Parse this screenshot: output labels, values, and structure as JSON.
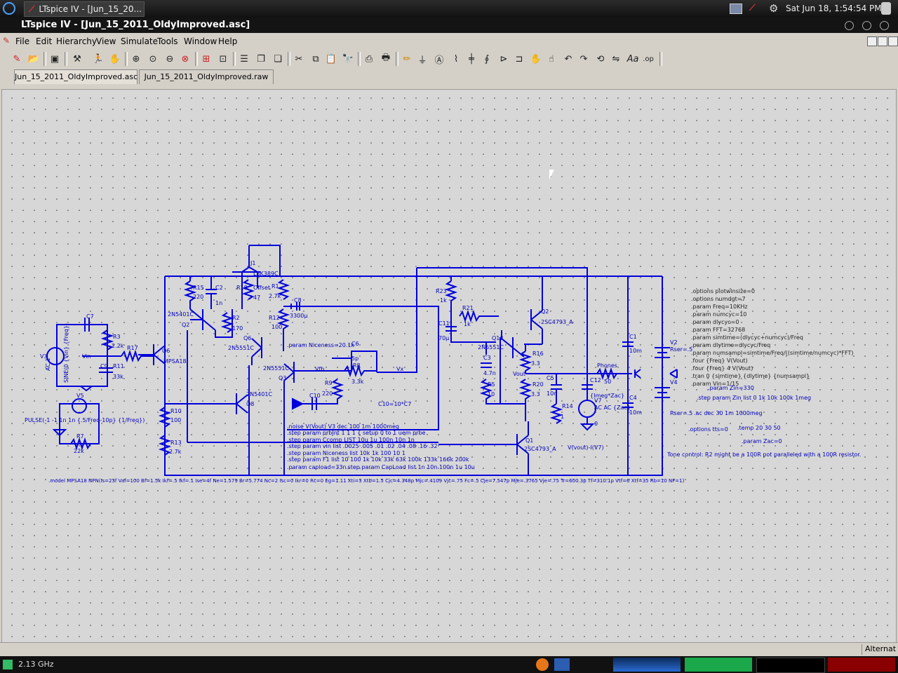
{
  "system": {
    "task_title": "LTspice IV - [Jun_15_20...",
    "clock": "Sat Jun 18,  1:54:54 PM"
  },
  "window": {
    "title": "LTspice IV - [Jun_15_2011_OldyImproved.asc]"
  },
  "menu": [
    "File",
    "Edit",
    "Hierarchy",
    "View",
    "Simulate",
    "Tools",
    "Window",
    "Help"
  ],
  "tabs": [
    "Jun_15_2011_OldyImproved.asc",
    "Jun_15_2011_OldyImproved.raw"
  ],
  "toolbar_icons": [
    "new-schematic",
    "open",
    "save",
    "control-panel",
    "run",
    "halt",
    "zoom-in",
    "pan",
    "zoom-out",
    "zoom-fit",
    "autorange",
    "grid",
    "tile-horizontal",
    "tile-vertical",
    "cascade",
    "cut",
    "copy",
    "paste",
    "find",
    "print-setup",
    "print",
    "draw-wire",
    "ground",
    "label-net",
    "resistor",
    "capacitor",
    "inductor",
    "diode",
    "component",
    "move",
    "drag",
    "undo",
    "redo",
    "rotate",
    "mirror",
    "text",
    "spice-directive"
  ],
  "status": {
    "right_text": "Alternat"
  },
  "bottom": {
    "cpu": "2.13 GHz"
  },
  "schematic": {
    "labels": {
      "j1": "J1",
      "lsk": "LSK389C",
      "r15": "R15",
      "r15v": "220",
      "c2": "C2",
      "c2v": "1n",
      "r18": "R18",
      "offset": "Offset",
      "v47": "47",
      "r1": "R1",
      "r1v": "2.7k",
      "c8": "C8",
      "c8v": "3300µ",
      "r12": "R12",
      "r12v": "100",
      "q_2n5401a": "2N5401C",
      "q2": "Q2",
      "r2": "R2",
      "r2v": "170",
      "q6": "Q6",
      "q6b": "Q6",
      "mpsa18": "MPSA18",
      "n5551a": "2N5551C",
      "n5551b": "2N5551C",
      "q3": "Q3",
      "param_nic": ".param  Niceness=20.1k",
      "c6": "C6",
      "c6v": "5p",
      "r8": "R8",
      "r8v": "3.3k",
      "vfb": "Vfb",
      "vx": "Vx",
      "r9": "R9",
      "r9v": "220",
      "c10": "C10",
      "c10eq": "C10=10*C7",
      "n5401b": "2N5401C",
      "q8": "Q8",
      "r10": "R10",
      "r10v": "100",
      "r13": "R13",
      "r13v": "2.7k",
      "c7": "C7",
      "r3": "R3",
      "r3v": "2.2k",
      "r17": "R17",
      "vin": "Vin",
      "c9": "C9",
      "r11": "R11",
      "r11v": "33k",
      "v3": "V3",
      "sine": "SINE(0 {Vin} {Freq})",
      "ac1": "AC 1",
      "v5": "V5",
      "pulse": "PULSE(-1 -1 1n 1n {.5/Freq-10p} {1/Freq})",
      "r7": "R7",
      "r7v": "22k",
      "r23": "R23",
      "r23v": "1k",
      "r21": "R21",
      "r21v": "1k",
      "c11": "C11",
      "c11v": "70µ",
      "q12": "Q12",
      "q2b": "Q2",
      "sc4793": "2SC4793_A",
      "r16": "R16",
      "r16v": "3.3",
      "c3": "C3",
      "c3v": "4.7n",
      "r5": "R5",
      "r5v": "10",
      "vout": "Vout",
      "r20": "R20",
      "r20v": "3.3",
      "c5": "C5",
      "c5v": "10n",
      "r14": "R14",
      "r14v": "1",
      "c12": "C12",
      "imeg": "{Imeg*Zac}",
      "v7": "V7",
      "acz": "AC AC {Zac}",
      "zero": "0",
      "phones": "Phones",
      "v50": "50",
      "c1": "C1",
      "c1v": "10m",
      "c4": "C4",
      "c4v": "10m",
      "v2": "V2",
      "v4": "V4",
      "rser1": "Rser=.5",
      "rser2": "Rser=.5",
      "q1": "Q1",
      "sc4793b": "2SC4793_A",
      "vdiff": "V(vout)-I(V7)",
      "noise": ".noise V(Vout) V3 dec 100 1m 1000meg",
      "step1": ".step param prbJnt 1 1 1 {  setup 0 to 1 uem prbe",
      "step2": ".step param Ccomp LIST 10u 1u 100n 10n 1n",
      "step3": ".step param vin list .0025 .005 .01 .02 .04 .08 .16 .32",
      "step4": ".step param Niceness list 10k 1k 100 10 1",
      "step5": ".step param F1 list 10 100 1k 10k 33k 63k 100k 133k 166k 200k",
      "param_cap": ".param capload=33n",
      "step_cap": ".step param CapLoad list 1n 10n 100n 1u 10u",
      "model": ".model MPSA18 NPN(Is=23f Vaf=100 Bf=1.5k Ikf=.5 Ikf=.1 Ise=4f Ne=1.579 Br=5.774 Nc=2 Isc=0 Ikr=0 Rc=0 Eg=1.11 Xti=3 Xtb=1.5 Cjc=4.348p Mjc=.4109 Vjc=.75 Fc=.5 Cje=7.547p Mje=.3765 Vje=.75 Tr=600.3p Tf=310.1p Vtf=6 Xtf=35 Rb=10 NF=1)",
      "directives": [
        ".options plotwinsize=0",
        ".options numdgt=7",
        ".param Freq=10KHz",
        ".param numcyc=10",
        ".param dlycyc=0",
        ".param FFT=32768",
        ".param simtime=(dlycyc+numcyc)/Freq",
        ".param dlytime=dlycyc/Freq",
        ".param numsampl=simtime/Freq/((simtime/numcyc)*FFT)",
        ".four {Freq} V(Vout)",
        ".four {Freq} 4 V(Vout)",
        ".tran 0 {simtime} {dlytime} {numsampl}",
        ".param Vin=1/15"
      ],
      "param_zin": ".param Zin=330",
      "step_zin": ".step param Zin list 0 1k 10k 100k 1meg",
      "ac_dec": ".ac dec 30 1m 1000meg",
      "opt_tts": ".options tts=0",
      "temp": ".temp 20 30 50",
      "param_zac": ".param Zac=0",
      "tone": "Tone control: R2 might be a 100R pot paralleled with a 100R resistor."
    }
  }
}
